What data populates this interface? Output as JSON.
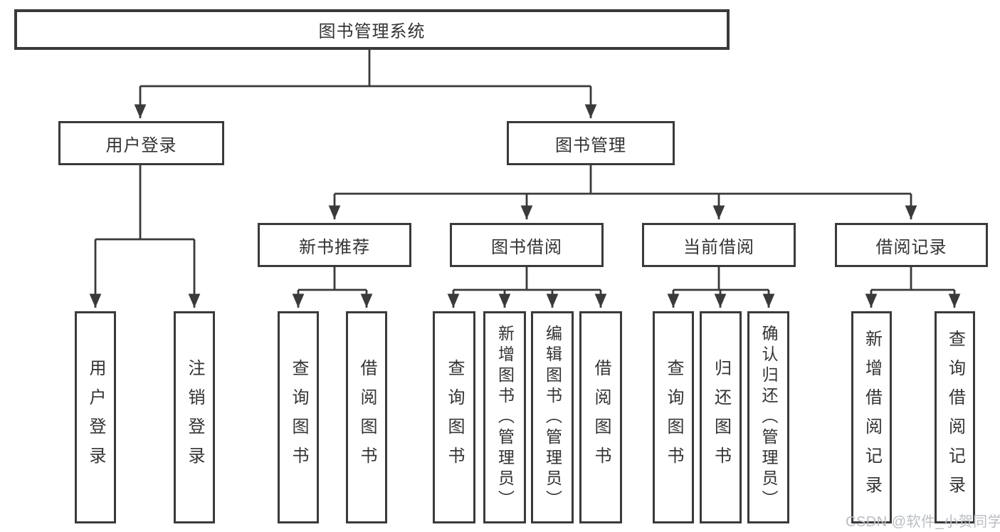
{
  "tree": {
    "root": {
      "label": "图书管理系统"
    },
    "branches": [
      {
        "label": "用户登录",
        "children": [
          {
            "label": "用户登录"
          },
          {
            "label": "注销登录"
          }
        ]
      },
      {
        "label": "图书管理",
        "children": [
          {
            "label": "新书推荐",
            "children": [
              {
                "label": "查询图书"
              },
              {
                "label": "借阅图书"
              }
            ]
          },
          {
            "label": "图书借阅",
            "children": [
              {
                "label": "查询图书"
              },
              {
                "label": "新增图书（管理员）"
              },
              {
                "label": "编辑图书（管理员）"
              },
              {
                "label": "借阅图书"
              }
            ]
          },
          {
            "label": "当前借阅",
            "children": [
              {
                "label": "查询图书"
              },
              {
                "label": "归还图书"
              },
              {
                "label": "确认归还（管理员）"
              }
            ]
          },
          {
            "label": "借阅记录",
            "children": [
              {
                "label": "新增借阅记录"
              },
              {
                "label": "查询借阅记录"
              }
            ]
          }
        ]
      }
    ]
  },
  "watermark": {
    "text": "CSDN @软件_小贺同学"
  },
  "colors": {
    "line": "#3a3a3a",
    "box_border": "#3a3a3a",
    "text": "#333333",
    "watermark": "#b9bdc4",
    "background": "#ffffff"
  }
}
